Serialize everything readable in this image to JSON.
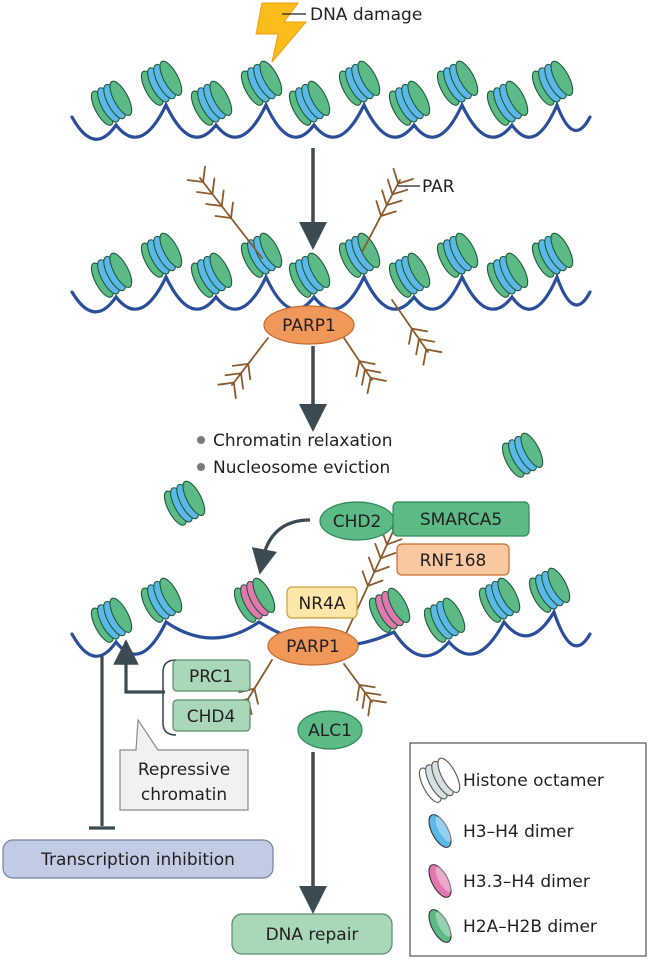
{
  "labels": {
    "dna_damage": "DNA damage",
    "par": "PAR",
    "chromatin_relaxation": "Chromatin relaxation",
    "nucleosome_eviction": "Nucleosome eviction",
    "repressive_line1": "Repressive",
    "repressive_line2": "chromatin",
    "transcription_inhibition": "Transcription inhibition",
    "dna_repair": "DNA repair"
  },
  "proteins": {
    "parp1": "PARP1",
    "chd2": "CHD2",
    "smarca5": "SMARCA5",
    "rnf168": "RNF168",
    "nr4a": "NR4A",
    "prc1": "PRC1",
    "chd4": "CHD4",
    "alc1": "ALC1"
  },
  "legend": {
    "histone_octamer": "Histone octamer",
    "h3_h4": "H3–H4 dimer",
    "h33_h4": "H3.3–H4 dimer",
    "h2a_h2b": "H2A–H2B dimer"
  },
  "colors": {
    "h3_h4": "#5bb8e8",
    "h33_h4": "#e278b0",
    "h2a_h2b": "#5cba87",
    "dna": "#2a4e9a",
    "par": "#8c5a2b",
    "parp1": "#f0975a",
    "green_protein": "#5cba87",
    "pale_green_protein": "#a8d8b8",
    "orange_pale": "#f8c8a0",
    "yellow_pale": "#fce6a8",
    "transcription_box": "#c2cbe4",
    "repair_box": "#a8d8b8"
  }
}
